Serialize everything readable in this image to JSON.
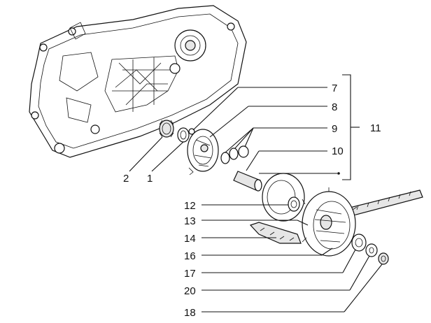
{
  "labels": {
    "l1": "1",
    "l2": "2",
    "l7": "7",
    "l8": "8",
    "l9": "9",
    "l10": "10",
    "l11": "11",
    "l12": "12",
    "l13": "13",
    "l14": "14",
    "l16": "16",
    "l17": "17",
    "l18": "18",
    "l20": "20"
  }
}
